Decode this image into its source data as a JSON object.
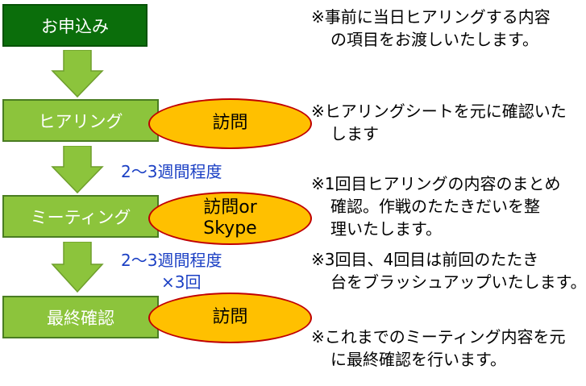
{
  "steps": [
    {
      "label": "お申込み"
    },
    {
      "label": "ヒアリング"
    },
    {
      "label": "ミーティング"
    },
    {
      "label": "最終確認"
    }
  ],
  "methods": {
    "hearing": "訪問",
    "meeting_line1": "訪問or",
    "meeting_line2": "Skype",
    "final": "訪問"
  },
  "intervals": {
    "first": "2～3週間程度",
    "second": "2～3週間程度",
    "second_times": "×3回"
  },
  "notes": {
    "n1_line1": "※事前に当日ヒアリングする内容",
    "n1_line2": "の項目をお渡しいたします。",
    "n2_line1": "※ヒアリングシートを元に確認いた",
    "n2_line2": "します",
    "n3_line1": "※1回目ヒアリングの内容のまとめ",
    "n3_line2": "確認。作戦のたたきだいを整",
    "n3_line3": "理いたします。",
    "n4_line1": "※3回目、4回目は前回のたたき",
    "n4_line2": "台をブラッシュアップいたします。",
    "n5_line1": "※これまでのミーティング内容を元",
    "n5_line2": "に最終確認を行います。"
  },
  "colors": {
    "step_first": "#0b6e0b",
    "step": "#8cc43c",
    "arrow": "#8cc43c",
    "oval_fill": "#ffc000",
    "oval_border": "#c00000",
    "interval_text": "#1a3fc4"
  }
}
